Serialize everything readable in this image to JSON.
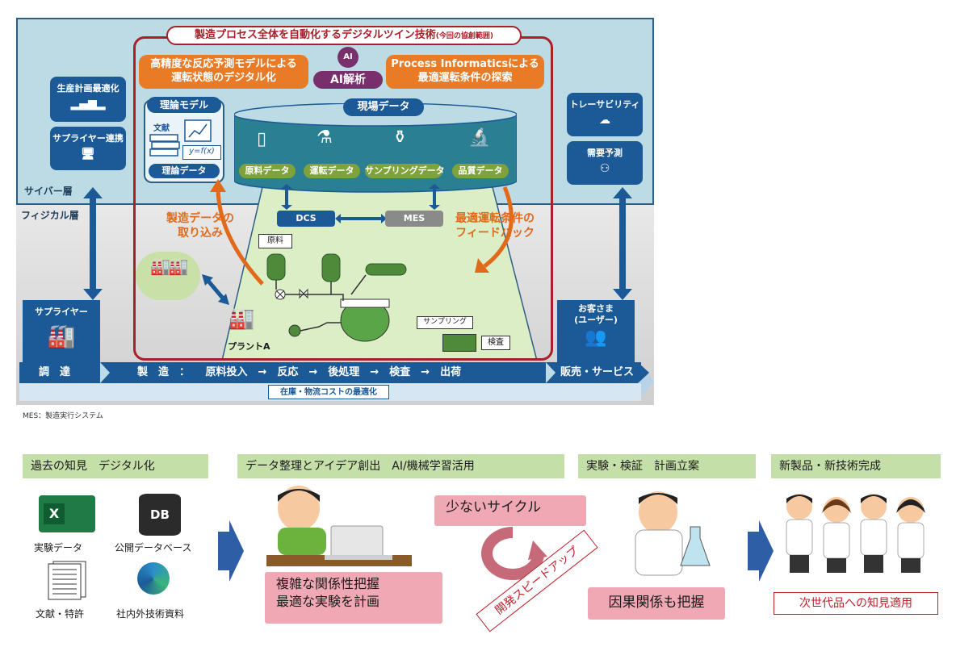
{
  "cyber_layer_label": "サイバー層",
  "physical_layer_label": "フィジカル層",
  "scope": {
    "title": "製造プロセス全体を自動化するデジタルツイン技術",
    "title_note": "(今回の協創範囲)"
  },
  "ai": {
    "left_pill": "高精度な反応予測モデルによる\n運転状態のデジタル化",
    "center_label": "AI解析",
    "icon_text": "AI",
    "right_pill": "Process Informaticsによる\n最適運転条件の探索"
  },
  "left_cards": [
    {
      "label": "生産計画最適化"
    },
    {
      "label": "サプライヤー連携"
    }
  ],
  "right_cards": [
    {
      "label": "トレーサビリティ"
    },
    {
      "label": "需要予測"
    }
  ],
  "theory": {
    "title": "理論モデル",
    "book_label": "文献",
    "formula": "y=f(x)",
    "data_label": "理論データ"
  },
  "genba": {
    "title": "現場データ",
    "items": [
      "原料データ",
      "運転データ",
      "サンプリングデータ",
      "品質データ"
    ]
  },
  "systems": {
    "dcs": "DCS",
    "mes": "MES"
  },
  "flows": {
    "intake": "製造データの\n取り込み",
    "feedback": "最適運転条件の\nフィードバック"
  },
  "plant": {
    "raw_material": "原料",
    "sampling": "サンプリング",
    "inspection": "検査",
    "plant_name": "プラントA"
  },
  "supplier": "サプライヤー",
  "customer": "お客さま\n(ユーザー)",
  "process_bar": {
    "procure": "調　達",
    "manufacture": "製　造　：　　原料投入　→　反応　→　後処理　→　検査　→　出荷",
    "sales": "販売・サービス"
  },
  "inventory_label": "在庫・物流コストの最適化",
  "footnote": "MES：製造実行システム",
  "bottom": {
    "steps": [
      {
        "header": "過去の知見　デジタル化"
      },
      {
        "header": "データ整理とアイデア創出　AI/機械学習活用"
      },
      {
        "header": "実験・検証　計画立案"
      },
      {
        "header": "新製品・新技術完成"
      }
    ],
    "sources": {
      "excel_label": "実験データ",
      "excel_icon": "X",
      "db_label": "公開データベース",
      "db_icon": "DB",
      "papers_label": "文献・特許",
      "internal_label": "社内外技術資料"
    },
    "pink_main": "複雑な関係性把握\n最適な実験を計画",
    "few_cycles": "少ないサイクル",
    "speedup": "開発スピードアップ",
    "causal": "因果関係も把握",
    "next_gen": "次世代品への知見適用"
  },
  "colors": {
    "navy": "#1b5a97",
    "scope_red": "#a8202a",
    "orange": "#e97b27",
    "green": "#7ea33c",
    "light_green_tab": "#c5dfa8",
    "pink": "#f0a9b4"
  }
}
